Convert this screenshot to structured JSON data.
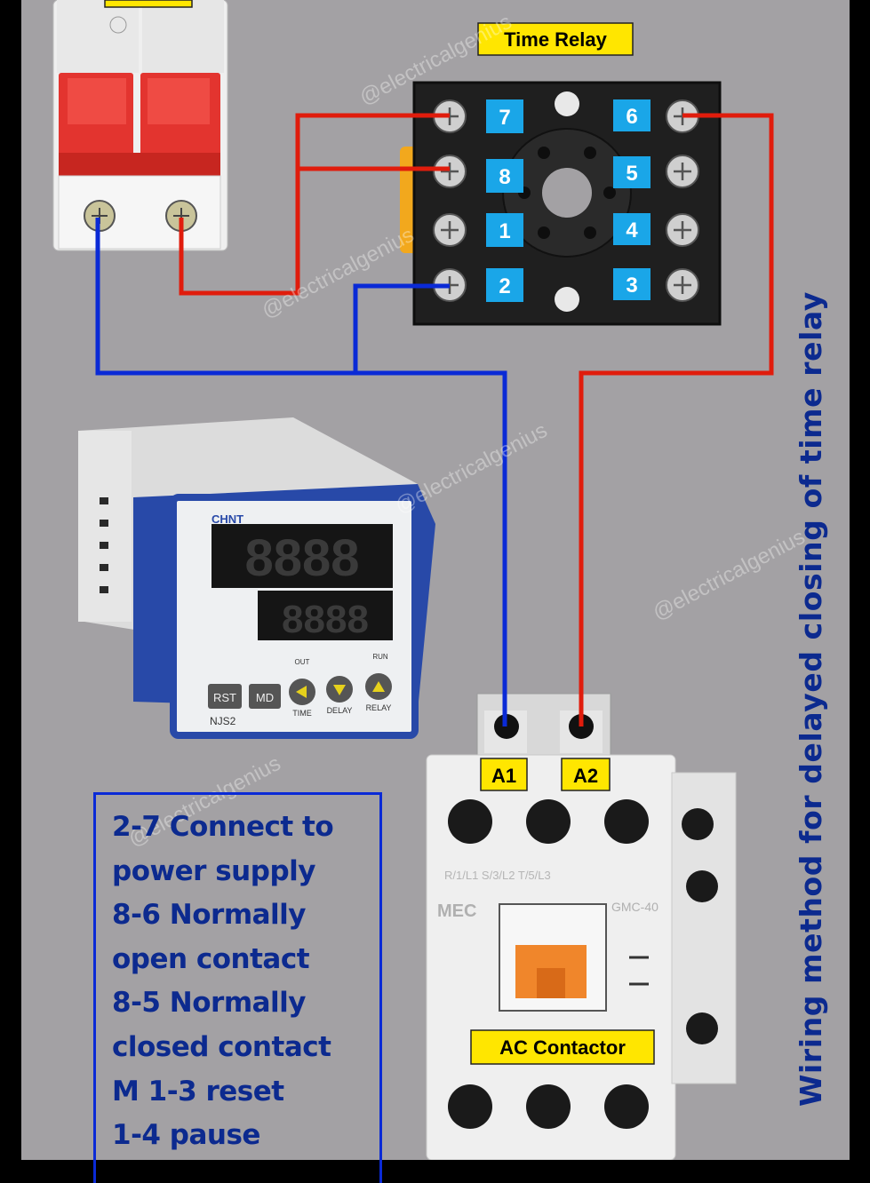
{
  "title": "Wiring method for delayed closing of time relay",
  "labels": {
    "time_relay": "Time Relay",
    "ac_contactor": "AC Contactor",
    "a1": "A1",
    "a2": "A2"
  },
  "relay_terminals": {
    "t7": "7",
    "t8": "8",
    "t1": "1",
    "t2": "2",
    "t6": "6",
    "t5": "5",
    "t4": "4",
    "t3": "3"
  },
  "notes": [
    "2-7 Connect to",
    "power supply",
    "8-6 Normally",
    "open contact",
    "8-5 Normally",
    "closed contact",
    "M 1-3 reset",
    "1-4 pause"
  ],
  "timer_device": {
    "brand": "CHNT",
    "model": "NJS2",
    "display_top": "8888",
    "display_bottom": "8888",
    "btn_rst": "RST",
    "btn_md": "MD",
    "key_time": "TIME",
    "key_delay": "DELAY",
    "key_relay": "RELAY",
    "led_out": "OUT",
    "led_run": "RUN"
  },
  "contactor_device": {
    "brand": "MEC",
    "model": "GMC-40",
    "top_terminals": "R/1/L1   S/3/L2   T/5/L3"
  },
  "watermark": "@electricalgenius",
  "colors": {
    "background": "#a3a1a4",
    "wire_red": "#e01c0c",
    "wire_blue": "#0a2ad6",
    "label_yellow": "#ffe600",
    "terminal_blue": "#1aa6e8",
    "text_navy": "#0c2a8f"
  }
}
